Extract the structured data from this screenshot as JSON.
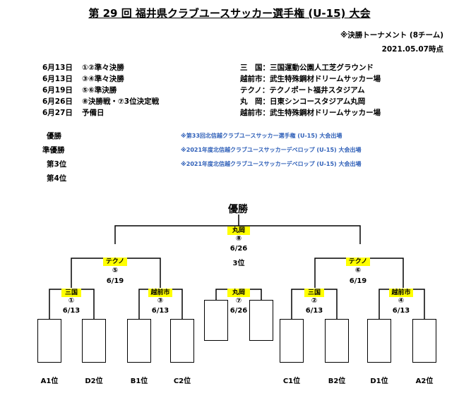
{
  "title": "第 29 回 福井県クラブユースサッカー選手権 (U-15) 大会",
  "subtitle": "※決勝トーナメント (8チーム)",
  "as_of": "2021.05.07時点",
  "schedule": [
    {
      "date": "6月13日",
      "match": "①②準々決勝",
      "venue": "三　国：三国運動公園人工芝グラウンド"
    },
    {
      "date": "6月13日",
      "match": "③④準々決勝",
      "venue": "越前市：武生特殊鋼材ドリームサッカー場"
    },
    {
      "date": "6月19日",
      "match": "⑤⑥準決勝",
      "venue": "テクノ：テクノポート福井スタジアム"
    },
    {
      "date": "6月26日",
      "match": "⑧決勝戦・⑦3位決定戦",
      "venue": "丸　岡：日東シンコースタジアム丸岡"
    },
    {
      "date": "6月27日",
      "match": "予備日",
      "venue": "越前市：武生特殊鋼材ドリームサッカー場"
    }
  ],
  "results": [
    {
      "label": "優勝",
      "note": "※第33回北信越クラブユースサッカー選手権 (U-15) 大会出場"
    },
    {
      "label": "準優勝",
      "note": "※2021年度北信越クラブユースサッカーデベロップ (U-15) 大会出場"
    },
    {
      "label": "第3位",
      "note": "※2021年度北信越クラブユースサッカーデベロップ (U-15) 大会出場"
    },
    {
      "label": "第4位",
      "note": ""
    }
  ],
  "bracket": {
    "winner_label": "優勝",
    "final": {
      "venue": "丸岡",
      "num": "⑧",
      "date": "6/26"
    },
    "third_label": "3位",
    "third": {
      "venue": "丸岡",
      "num": "⑦",
      "date": "6/26"
    },
    "semis": [
      {
        "venue": "テクノ",
        "num": "⑤",
        "date": "6/19"
      },
      {
        "venue": "テクノ",
        "num": "⑥",
        "date": "6/19"
      }
    ],
    "quarters": [
      {
        "venue": "三国",
        "num": "①",
        "date": "6/13"
      },
      {
        "venue": "越前市",
        "num": "③",
        "date": "6/13"
      },
      {
        "venue": "三国",
        "num": "②",
        "date": "6/13"
      },
      {
        "venue": "越前市",
        "num": "④",
        "date": "6/13"
      }
    ],
    "seeds": [
      "A1位",
      "D2位",
      "B1位",
      "C2位",
      "C1位",
      "B2位",
      "D1位",
      "A2位"
    ]
  }
}
